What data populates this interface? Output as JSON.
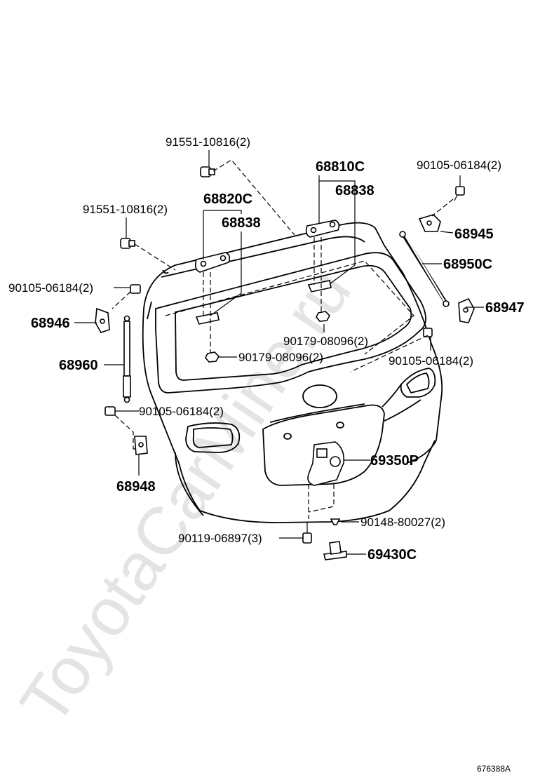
{
  "watermark": "ToyotaCarMine.ru",
  "reference": "676388A",
  "labels": {
    "bolt_top_hinge": "91551-10816(2)",
    "bolt_left_hinge": "91551-10816(2)",
    "hinge_right": "68810C",
    "hinge_right_shim": "68838",
    "hinge_left": "68820C",
    "hinge_left_shim": "68838",
    "stud_top_right": "90105-06184(2)",
    "bracket_top_right": "68945",
    "strut_right": "68950C",
    "stud_left_upper": "90105-06184(2)",
    "bracket_right_lower": "68947",
    "bracket_left_upper": "68946",
    "nut_right": "90179-08096(2)",
    "stud_right_lower": "90105-06184(2)",
    "nut_left": "90179-08096(2)",
    "strut_left": "68960",
    "stud_left_lower": "90105-06184(2)",
    "bracket_left_lower": "68948",
    "lock": "69350P",
    "screw_striker": "90148-80027(2)",
    "bolt_lock": "90119-06897(3)",
    "striker": "69430C"
  }
}
